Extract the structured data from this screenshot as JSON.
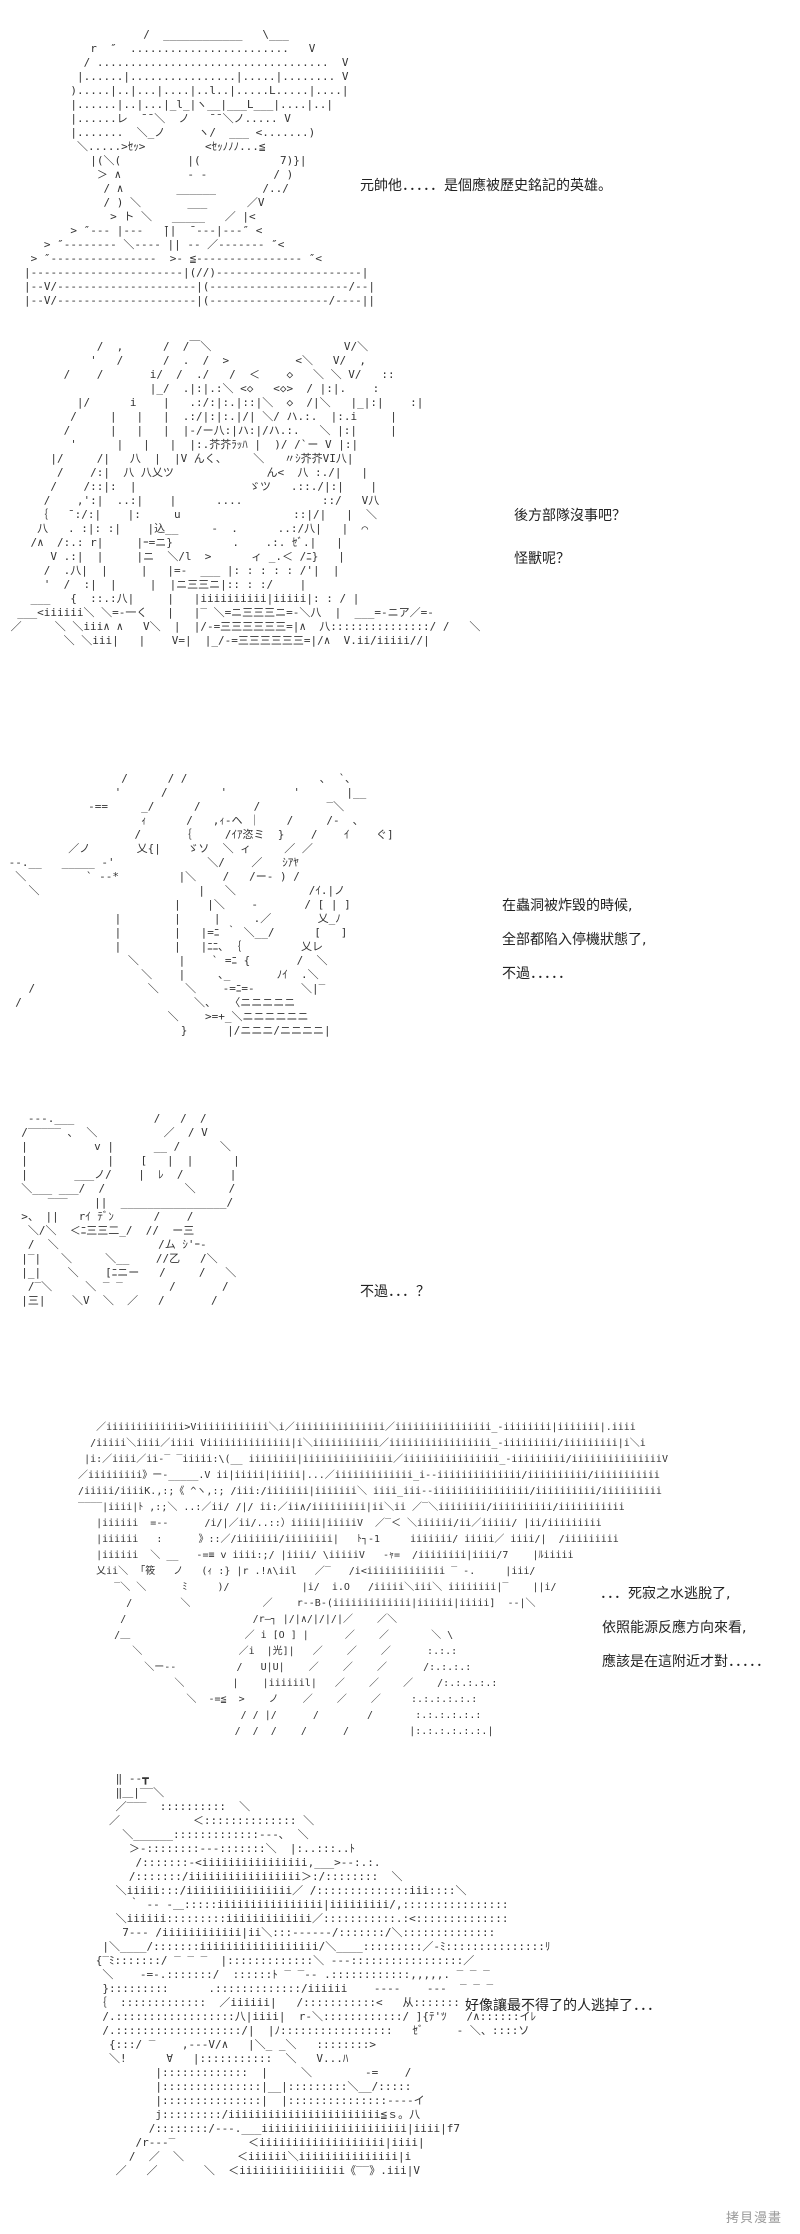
{
  "panels": [
    {
      "art": "                  /  ____________   \\___\n          r  ″  ........................   V\n         / ...................................  V\n        |......|................|.....|........ V\n       ).....|..|...|....|..l..|.....L.....|....|\n       |......|..|...|_l_|ヽ__|___L___|....|..|\n       |......レ  ̄ ̄ ＼  ノ   ̄ ̄ ＼ノ..... V\n       |.......  ＼_ノ     ヽ/  ___ <.......)\n        ＼.....>ｾｯ>         <ｾｯﾉﾉﾉ...≦\n          |(＼(          |(            7)}|\n           ＞ ∧          - -          / )\n            / ∧        ______       /../\n            / ) ＼       ___      ／V\n             > ト ＼   _____   ／ |<\n       > ″--- |---   ̄||  ̄ ---|---″ <\n   > ″-------- ＼---- || -- ／------- ″<\n > ″----------------  >- ≦---------------- ″<\n|-----------------------|(//)----------------------|\n|--V/---------------------|(---------------------/--|\n|--V/---------------------|(------------------/----||",
      "lines": [
        "元帥他．．．．．是個應被歷史銘記的英雄。"
      ]
    },
    {
      "art": "              /  ,      /  /￣＼                    V/＼\n             '   /      /  .  /  >          <＼   V/  ,\n         /    /       i/  /  ./   /  ＜    ◇   ＼ ＼ V/   ::\n                      |_/  .|:|.:＼ <◇   <◇>  / |:|.    :\n           |/      i    |   .:/:|:.|::|＼  ◇  /|＼   |_|:|    :|\n          /     |   |   |  .:/|:|:.|/| ＼/ ハ.:.  |:.i     |\n         /      |   |   |  |-/ー八:|ハ:|/ハ.:.   ＼ |:|     |\n          '      |   |   |  |:.芥芥ﾗｯﾊ |  )/ /`ー V |:|\n       |/     /|   八  |  |V んく、    ＼   〃ｼ芥芥VI八|\n        /    /:|  八 八乂ツ              ん<  八 :./|   |\n       /    /::|:  |                 ゞツ   .::./|:|    |\n      /    ,':|  ..:|    |      ....            ::/   V八\n     ｛   ̄ :/:|    |:     u                 ::|/|   |  ＼\n     八   . :|: :|    |込__     ‐  .      ..:/八|   |  ⌒\n    /∧  /:.: r|     |ｰ=ニ}         .    .:. ｾﾞ.|   |\n       V .:|  |     |ニ  ＼/l  >      ィ _.＜ /ﾆ}   |\n      /  .八|  |     |   |=-  ___ |: : : : : /'|  |\n      '  /  :|  |     |  |ニ三三ニ|:: : :/    |\n    ___   {  ::.:八|     |   |iiiiiiiiii|iiiii|: : / |\n  ___<iiiiii＼ ＼=-一く   |   |‾ ＼=ニ三三三ニ=‐＼八  |  ___=‐ニア／=‐\n ／     ＼ ＼iii∧ ∧   V＼  |  |/-=三三三三三三=|∧  八:::::::::::::::/ /   ＼\n         ＼ ＼iii|   |    V=|  |_/-=三三三三三三=|/∧  V.ii/iiiii//|",
      "lines": [
        "後方部隊沒事吧？",
        "怪獸呢？"
      ]
    },
    {
      "art": "                  /      / /                    ､  `､\n                 '      /        '          '       |__\n             -==     _/      /        /          ‾＼\n                     ｨ      /   ,ｨ‐ヘ ｜    /     /-  ､\n                    /      ｛     /ｲｱ恣ミ  }    /    ｲ    ぐ]\n          ／ノ       乂{|    ゞソ  ＼ ィ     ／ ／\n ‐-.__   _____ ‐'              ＼/    ／   ｼｱﾔ\n  ＼         ` ‐-*         |＼    /   /ー‐ ) /\n    ＼                        |   ＼           /ｲ.|ノ\n                          |    |＼    -       / [ | ]\n                 |        |     |     .／       乂_ﾉ\n                 |        |   |=ﾆ ｀ ＼__/      [   ]\n                 |        |   |ﾆﾆ､ ｛         乂レ\n                   ＼      |    ` =ﾆ {       /  ＼\n                     ＼    |     ､_       ﾉｲ  .＼\n    /                 ＼    ＼    -=ﾆ=-       ＼|‾\n  /                          ＼、  〈ニニニニニ\n                         ＼    >=+_＼ニニニニニニ\n                           }      |/ニニニ/ニニニニ|",
      "lines": [
        "在蟲洞被炸毀的時候,",
        "全部都陷入停機狀態了,",
        "不過．．．．．"
      ]
    },
    {
      "art": "   ‐‐‐.___            /   /  /\n  /‾‾‾‾‾ ､  ＼          ／  / V\n  |          v |      __ /      ＼\n  |            |    [   |  |      |\n  |       ___ノ/    |  ﾚ  /       |\n  ＼___ ___/  /            ＼     /\n      ‾‾‾    ||  ________________/\n  >、 ||   rｲ ﾃﾞﾝ      /    /\n   ＼/＼  ＜ﾆ三三二_/  //  ー三\n   /  ＼               /ム ｼ'ｰ-\n  |‾|   ＼     ＼__    //乙   /＼\n  |_|    ＼    [ﾆニー   /     /   ＼\n   /‾＼     ＼ ‾ ‾       /       /\n  |三|    ＼V  ＼  ／   /       /",
      "lines": [
        "不過．．．？"
      ]
    },
    {
      "art": "      ／iiiiiiiiiiiii>Viiiiiiiiiiii＼i／iiiiiiiiiiiiiii／iiiiiiiiiiiiiiii_-iiiiiiii|iiiiiii|.iiii\n     /iiiii＼iiii／iiii Viiiiiiiiiiiiii|i＼iiiiiiiiiii／iiiiiiiiiiiiiiiii_-iiiiiiiii/iiiiiiiii|i＼i\n    |i:／iiii／ii‐‾ ‾iiiii:\\(__ iiiiiiii|iiiiiiiiiiiiiii／iiiiiiiiiiiiiiii_-iiiiiiiii/iiiiiiiiiiiiiiiV\n   ／iiiiiiiii》ー‐_____.V ii|iiiii|iiiii|...／iiiiiiiiiiiii_i-‐iiiiiiiiiiiiii/iiiiiiiiii/iiiiiiiiiii\n   /iiiii/iiiiK.,:;《 ^ヽ,:; /iii:/iiiiiii|iiiiiii＼ iiii_iii-‐iiiiiiiiiiiiiiii/iiiiiiiiii/iiiiiiiiii\n   ‾‾‾‾|iiii|ﾄ ,:;＼ ..:／ii/ /|/ ii:／ii∧/iiiiiiiii|ii＼ii ／‾＼iiiiiiii/iiiiiiiiii/iiiiiiiiiii\n      |iiiiii  =‐‐      /i/|／ii/..::）iiiii|iiiiiV  ／‾＜ ＼iiiiii/ii／iiiii/ |ii/iiiiiiiii\n      |iiiiii   :      》::／/iiiiiii/iiiiiiii|   ﾄ┐-1     iiiiiii/ iiiii／ iiii/|  /iiiiiiiii\n      |iiiiii  ＼ __   ‐=≡ ⅴ iiii:;/ |iiii/ \\iiiiiV   ‐ｬ=  /iiiiiiii|iiii/7    |ﾙiiiii\n      乂ii＼  ｢筱   ノ   (ｨ :} |r .!∧\\iil   ／‾   /i<iiiiiiiiiiiii ‾ ‐.     |iii/\n         ‾＼ ＼      ﾐ     )/            |i/  i.O   /iiiii＼iii＼ iiiiiiii|‾    ||i/\n           /        ＼            ／    r‐‐B-(iiiiiiiiiiiii|iiiiii|iiiii]  ‐‐|＼\n          /                     /r―┐ |/|∧/|/|/|／    ／＼\n         /＿                   ／ i [O ] |      ／    ／       ＼ \\\n            ＼                ／i  |光]|   ／    ／    ／      :.:.:\n              ＼ー‐‐          /   U|U|    ／    ／    ／      /:.:.:.:\n                   ＼        |    |iiiiiil|   ／    ／    ／    /:.:.:.:.:\n                     ＼  -=≦  >    ノ    ／    ／    ／     :.:.:.:.:.:\n                              / / |/      /        /       :.:.:.:.:.:\n                             /  /  /    /      /          |:.:.:.:.:.:.|",
      "lines": [
        "．．．死寂之水逃脫了,",
        "依照能源反應方向來看,",
        "應該是在這附近才對．．．．．"
      ]
    },
    {
      "art": "         ‖ ‐‐┳\n         ‖＿|‾‾＼\n         ／‾‾‾  ::::::::::  ＼\n        ／           ＜:::::::::::::: ＼\n          ＼______:::::::::::::‐--､  ＼\n           ＞‐::::::::‐-‐:::::::＼  |:..:::..ﾄ\n            /:::::::‐<iiiiiiiiiiiiiiii,___>‐‐:.:.\n           /:::::::/iiiiiiiiiiiiiiiii＞:/::::::::  ＼\n         ＼iiiii:::/iiiiiiiiiiiiiiii／ /::::::::::::::iii::::＼\n           ｀ ‐‐ -＿:::::iiiiiiiiiiiiiiii|iiiiiiiii/,::::::::::::::::\n         ＼iiiiii:::::::::iiiiiiiiiiiii／:::::::::::.:<::::::::::::::\n          7‐‐‐ /iiiiiiiiiiii|ii＼:::‐‐‐‐‐‐/:::::::/＼::::::::::::::\n       |＼____/:::::::iiiiiiiiiiiiiiiiii/＼____:::::::::／‐ﾐ:::::::::::::::ﾘ\n      {‾ﾐ:::::::/ ‾ ‾ ‾  |:::::::::::::＼ ‐‐‐:::::::::::::::::／\n       ＼    ‐=‐.:::::::/  ::::::ﾄ ‾ ‾‐‐ .::::::::::::,,,,,. ‾ ‾ ‾\n       }:::::::::      .:::::::::::::/iiiiii    ‐‐‐‐    ‐‐‐  ‾ ‾ ‾\n      ｛  :::::::::::::  ／iiiiii|   /:::::::::::<   从:::::::\n       /.::::::::::::::::::八|iiii|  r‐＼::::::::::::/ ]{ﾃ'ﾂ   /∧::::::イﾚ\n       /.:::::::::::::::::::/|  |ﾉ:::::::::::::::::   ｾﾞ     ‐ ＼、::::ソ\n        {:::/ ‾    ,‐‐‐V/∧   |＼_ _＼   ::::::::>\n        ＼!      ∀   |:::::::::::  ＼   V...ﾊ\n               |:::::::::::::  |     ＼        ‐=    /\n               |:::::::::::::::|__|:::::::::＼__/:::::\n               |:::::::::::::::|  |:::::::::::::::‐‐‐‐イ\n               j:::::::::/iiiiiiiiiiiiiiiiiiiiiii≦ｓ。八\n              /::::::::/‐‐‐.___iiiiiiiiiiiiiiiiiiiiii|iiii|f7\n            /r‐‐‐‾           ＜iiiiiiiiiiiiiiiiiii|iiii|\n           /  ／  ＼        ＜iiiiii＼iiiiiiiiiiiiiii|i\n         ／   ／       ＼  ＜iiiiiiiiiiiiiiii《‾‾》.iii|V",
      "lines": [
        "好像讓最不得了的人逃掉了．．．"
      ]
    }
  ],
  "watermark": "拷貝漫畫"
}
